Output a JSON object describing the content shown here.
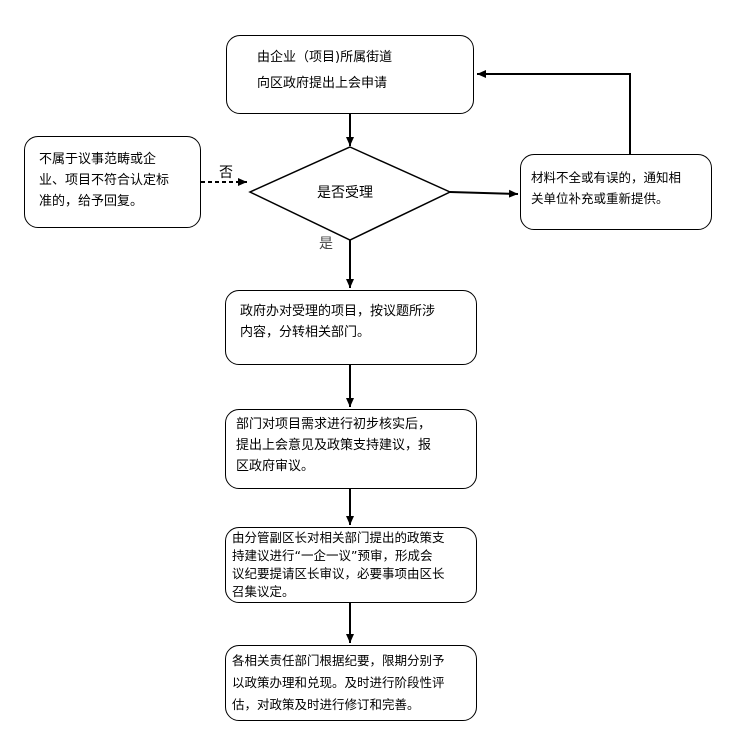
{
  "nodes": {
    "start": {
      "lines": [
        "由企业（项目)所属街道",
        "向区政府提出上会申请"
      ]
    },
    "decision": {
      "label": "是否受理"
    },
    "reject": {
      "lines": [
        "不属于议事范畴或企",
        "业、项目不符合认定标",
        "准的，给予回复。"
      ]
    },
    "incomplete": {
      "lines": [
        "材料不全或有误的，通知相",
        "关单位补充或重新提供。"
      ]
    },
    "step1": {
      "lines": [
        "政府办对受理的项目，按议题所涉",
        "内容，分转相关部门。"
      ]
    },
    "step2": {
      "lines": [
        "部门对项目需求进行初步核实后，",
        "提出上会意见及政策支持建议，报",
        "区政府审议。"
      ]
    },
    "step3": {
      "lines": [
        "由分管副区长对相关部门提出的政策支",
        "持建议进行“一企一议”预审，形成会",
        "议纪要提请区长审议，必要事项由区长",
        "召集议定。"
      ]
    },
    "step4": {
      "lines": [
        "各相关责任部门根据纪要，限期分别予",
        "以政策办理和兑现。及时进行阶段性评",
        "估，对政策及时进行修订和完善。"
      ]
    }
  },
  "edge_labels": {
    "no": "否",
    "yes": "是"
  }
}
